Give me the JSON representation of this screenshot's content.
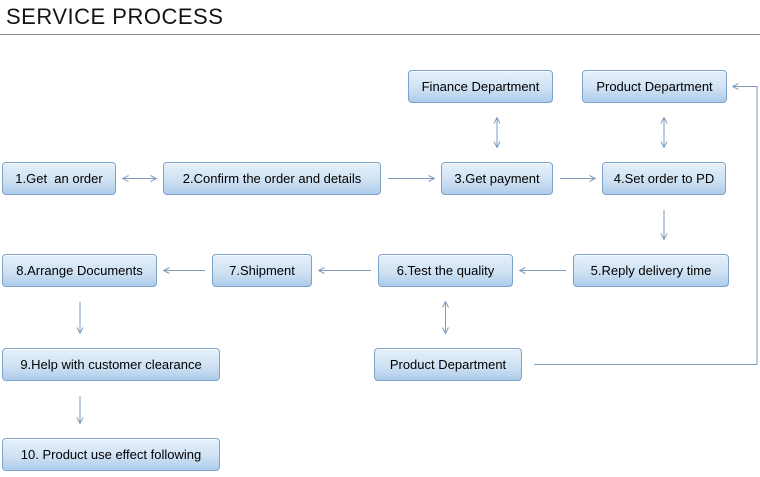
{
  "title": "SERVICE PROCESS",
  "colors": {
    "box_fill_top": "#e6f0fa",
    "box_fill_bottom": "#aecbea",
    "box_border": "#7ca3c9",
    "arrow_line": "#7f9cbd",
    "title_underline": "#8c8c8c",
    "title_text": "#141414"
  },
  "nodes": [
    {
      "id": "finance_top",
      "label": "Finance Department"
    },
    {
      "id": "product_top",
      "label": "Product Department"
    },
    {
      "id": "s1",
      "label": "1.Get  an order"
    },
    {
      "id": "s2",
      "label": "2.Confirm the order and details"
    },
    {
      "id": "s3",
      "label": "3.Get payment"
    },
    {
      "id": "s4",
      "label": "4.Set order to PD"
    },
    {
      "id": "s5",
      "label": "5.Reply delivery time"
    },
    {
      "id": "s6",
      "label": "6.Test the quality"
    },
    {
      "id": "s7",
      "label": "7.Shipment"
    },
    {
      "id": "s8",
      "label": "8.Arrange Documents"
    },
    {
      "id": "s9",
      "label": "9.Help with customer clearance"
    },
    {
      "id": "pd_mid",
      "label": "Product Department"
    },
    {
      "id": "s10",
      "label": "10. Product use effect following"
    }
  ],
  "edges": [
    {
      "id": "e-s1-s2",
      "from": "s1",
      "to": "s2",
      "orient": "h",
      "arrows": "both"
    },
    {
      "id": "e-s2-s3",
      "from": "s2",
      "to": "s3",
      "orient": "h",
      "arrows": "end"
    },
    {
      "id": "e-s3-s4",
      "from": "s3",
      "to": "s4",
      "orient": "h",
      "arrows": "end"
    },
    {
      "id": "e-fin-s3",
      "from": "finance_top",
      "to": "s3",
      "orient": "v",
      "arrows": "both",
      "align": "to"
    },
    {
      "id": "e-pd-s4",
      "from": "product_top",
      "to": "s4",
      "orient": "v",
      "arrows": "both",
      "align": "to"
    },
    {
      "id": "e-s4-s5",
      "from": "s4",
      "to": "s5",
      "orient": "v",
      "arrows": "end",
      "align": "from"
    },
    {
      "id": "e-s5-s6",
      "from": "s5",
      "to": "s6",
      "orient": "h",
      "arrows": "end"
    },
    {
      "id": "e-s6-s7",
      "from": "s6",
      "to": "s7",
      "orient": "h",
      "arrows": "end"
    },
    {
      "id": "e-s7-s8",
      "from": "s7",
      "to": "s8",
      "orient": "h",
      "arrows": "end"
    },
    {
      "id": "e-s8-s9",
      "from": "s8",
      "to": "s9",
      "orient": "v",
      "arrows": "end",
      "xabs": 80
    },
    {
      "id": "e-s6-pdmid",
      "from": "s6",
      "to": "pd_mid",
      "orient": "v",
      "arrows": "both",
      "align": "from"
    },
    {
      "id": "e-s9-s10",
      "from": "s9",
      "to": "s10",
      "orient": "v",
      "arrows": "end",
      "xabs": 80
    },
    {
      "id": "e-pdmid-pdtop",
      "from": "pd_mid",
      "to": "product_top",
      "orient": "poly",
      "arrows": "end"
    }
  ]
}
